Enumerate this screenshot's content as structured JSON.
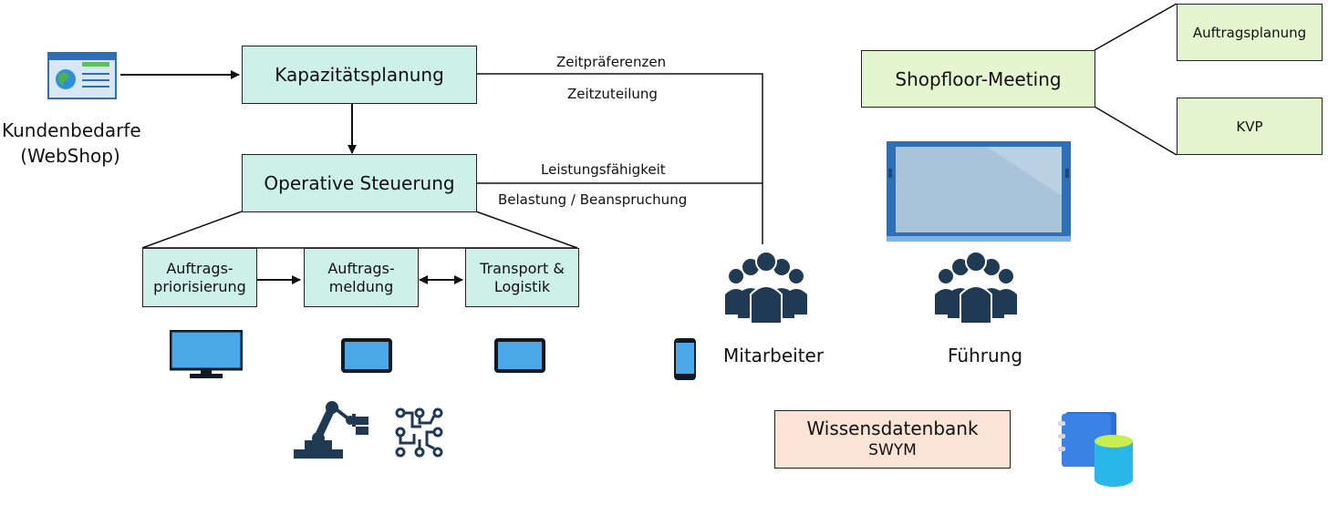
{
  "customer": {
    "label": "Kundenbedarfe\n(WebShop)"
  },
  "boxes": {
    "kapazitaet": "Kapazitätsplanung",
    "steuerung": "Operative Steuerung",
    "prio": "Auftrags-\npriorisierung",
    "meldung": "Auftrags-\nmeldung",
    "transport": "Transport &\nLogistik",
    "shopfloor": "Shopfloor-Meeting",
    "auftragsplanung": "Auftragsplanung",
    "kvp": "KVP",
    "wissen_line1": "Wissensdatenbank",
    "wissen_line2": "SWYM"
  },
  "links": {
    "zeitpraeferenzen": "Zeitpräferenzen",
    "zeitzuteilung": "Zeitzuteilung",
    "leistung": "Leistungsfähigkeit",
    "belastung": "Belastung / Beanspruchung"
  },
  "people": {
    "mitarbeiter": "Mitarbeiter",
    "fuehrung": "Führung"
  },
  "colors": {
    "teal_box": "#cdf0e8",
    "green_box": "#e4f6cf",
    "peach_box": "#fbe3d6",
    "icon_navy": "#1f3a52",
    "screen_blue": "#4aa7e8"
  },
  "icons": [
    "browser-icon",
    "monitor-icon",
    "tablet-icon",
    "smartphone-icon",
    "robot-arm-icon",
    "circuit-icon",
    "people-group-icon",
    "display-board-icon",
    "book-icon",
    "database-icon"
  ]
}
